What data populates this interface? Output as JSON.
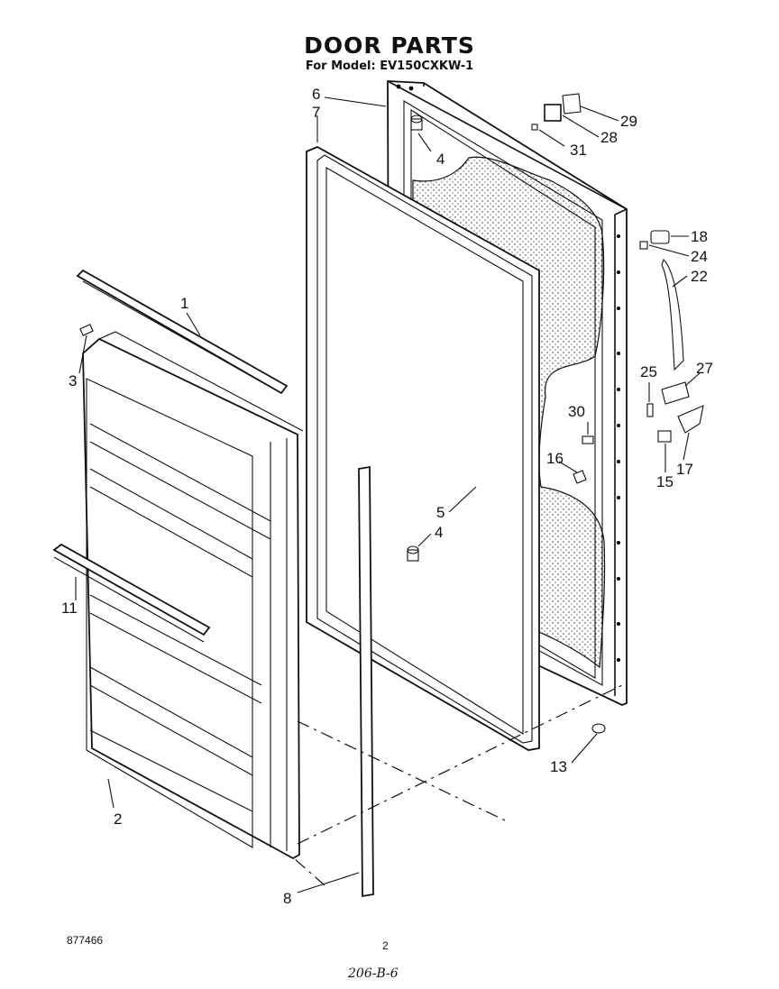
{
  "header": {
    "title": "DOOR PARTS",
    "subtitle": "For Model: EV150CXKW-1"
  },
  "footer": {
    "part_number": "877466",
    "page_number": "2",
    "handwritten_code": "206-B-6"
  },
  "callouts": {
    "c1": "1",
    "c2": "2",
    "c3": "3",
    "c4a": "4",
    "c4b": "4",
    "c5": "5",
    "c6": "6",
    "c7": "7",
    "c8": "8",
    "c11": "11",
    "c13": "13",
    "c15": "15",
    "c16": "16",
    "c17": "17",
    "c18": "18",
    "c22": "22",
    "c24": "24",
    "c25": "25",
    "c27": "27",
    "c28": "28",
    "c29": "29",
    "c30": "30",
    "c31": "31"
  }
}
